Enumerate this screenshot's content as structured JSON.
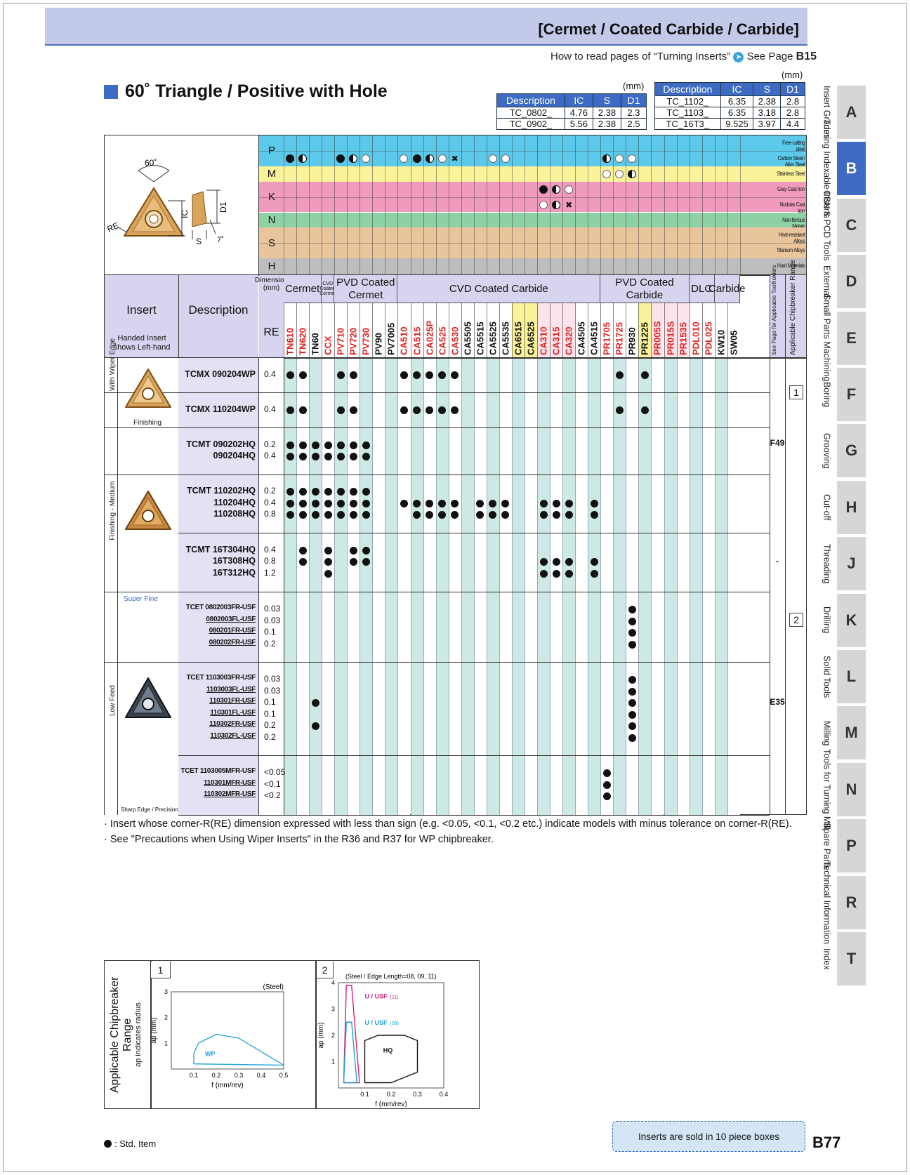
{
  "banner": "[Cermet / Coated Carbide / Carbide]",
  "howto": {
    "text": "How to read pages of “Turning Inserts”",
    "see": "See Page",
    "page": "B15"
  },
  "section_title": "60˚ Triangle / Positive with Hole",
  "dim_unit": "(mm)",
  "dim_tables": [
    {
      "headers": [
        "Description",
        "IC",
        "S",
        "D1"
      ],
      "rows": [
        [
          "TC_0802_",
          "4.76",
          "2.38",
          "2.3"
        ],
        [
          "TC_0902_",
          "5.56",
          "2.38",
          "2.5"
        ]
      ]
    },
    {
      "headers": [
        "Description",
        "IC",
        "S",
        "D1"
      ],
      "rows": [
        [
          "TC_1102_",
          "6.35",
          "2.38",
          "2.8"
        ],
        [
          "TC_1103_",
          "6.35",
          "3.18",
          "2.8"
        ],
        [
          "TC_16T3_",
          "9.525",
          "3.97",
          "4.4"
        ]
      ]
    }
  ],
  "diagram_labels": {
    "angle": "60˚",
    "ic": "IC",
    "d1": "D1",
    "re": "RE",
    "s": "S",
    "relief": "7˚"
  },
  "materials": [
    {
      "letter": "P",
      "color": "#5cc8ea",
      "rows": [
        "Free-cutting steel",
        "Carbon Steel / Alloy Steel"
      ]
    },
    {
      "letter": "M",
      "color": "#fbf29a",
      "rows": [
        "Stainless Steel"
      ]
    },
    {
      "letter": "K",
      "color": "#f09bbd",
      "rows": [
        "Gray Cast Iron",
        "Nodular Cast Iron"
      ]
    },
    {
      "letter": "N",
      "color": "#8ed1a4",
      "rows": [
        "Non-ferrous Metals"
      ]
    },
    {
      "letter": "S",
      "color": "#e8c59d",
      "rows": [
        "Heat-resistant Alloys",
        "Titanium Alloys"
      ]
    },
    {
      "letter": "H",
      "color": "#bdbdbd",
      "rows": [
        "Hard Materials"
      ]
    }
  ],
  "header": {
    "insert": "Insert",
    "handed": "Handed Insert shows Left-hand",
    "description": "Description",
    "dimension": "Dimension (mm)",
    "re": "RE",
    "groups": [
      "Cermet",
      "CVD Coated Cermet",
      "PVD Coated Cermet",
      "CVD Coated Carbide",
      "PVD Coated Carbide",
      "DLC",
      "Carbide"
    ],
    "toolholders": "See Page for Applicable Toolholders",
    "chipbreaker_range": "Applicable Chipbreaker Range"
  },
  "grades": [
    {
      "name": "TN610",
      "color": "#e0201e"
    },
    {
      "name": "TN620",
      "color": "#e0201e"
    },
    {
      "name": "TN60",
      "color": "#111"
    },
    {
      "name": "CCX",
      "color": "#e0201e"
    },
    {
      "name": "PV710",
      "color": "#e0201e"
    },
    {
      "name": "PV720",
      "color": "#e0201e"
    },
    {
      "name": "PV730",
      "color": "#e0201e"
    },
    {
      "name": "PV90",
      "color": "#111"
    },
    {
      "name": "PV7005",
      "color": "#111"
    },
    {
      "name": "CA510",
      "color": "#e0201e"
    },
    {
      "name": "CA515",
      "color": "#e0201e"
    },
    {
      "name": "CA025P",
      "color": "#e0201e"
    },
    {
      "name": "CA525",
      "color": "#e0201e"
    },
    {
      "name": "CA530",
      "color": "#e0201e"
    },
    {
      "name": "CA5505",
      "color": "#111"
    },
    {
      "name": "CA5515",
      "color": "#111"
    },
    {
      "name": "CA5525",
      "color": "#111"
    },
    {
      "name": "CA5535",
      "color": "#111"
    },
    {
      "name": "CA6515",
      "color": "#111"
    },
    {
      "name": "CA6525",
      "color": "#111"
    },
    {
      "name": "CA310",
      "color": "#e0201e"
    },
    {
      "name": "CA315",
      "color": "#e0201e"
    },
    {
      "name": "CA320",
      "color": "#e0201e"
    },
    {
      "name": "CA4505",
      "color": "#111"
    },
    {
      "name": "CA4515",
      "color": "#111"
    },
    {
      "name": "PR1705",
      "color": "#e0201e"
    },
    {
      "name": "PR1725",
      "color": "#e0201e"
    },
    {
      "name": "PR930",
      "color": "#111"
    },
    {
      "name": "PR1225",
      "color": "#111"
    },
    {
      "name": "PR005S",
      "color": "#e0201e"
    },
    {
      "name": "PR015S",
      "color": "#e0201e"
    },
    {
      "name": "PR1535",
      "color": "#e0201e"
    },
    {
      "name": "PDL010",
      "color": "#e0201e"
    },
    {
      "name": "PDL025",
      "color": "#e0201e"
    },
    {
      "name": "KW10",
      "color": "#111"
    },
    {
      "name": "SW05",
      "color": "#111"
    }
  ],
  "side_labels": {
    "wiper": "With Wiper Edge",
    "finishing": "Finishing",
    "fin_med": "Finishing - Medium",
    "low_feed": "Low Feed",
    "super_fine": "Super Fine",
    "sharp": "Sharp Edge / Precision"
  },
  "rows": [
    {
      "desc": "TCMX 090204WP",
      "re": "0.4",
      "dots": [
        0,
        1,
        4,
        5,
        9,
        10,
        11,
        12,
        13,
        26,
        28
      ]
    },
    {
      "desc": "TCMX 110204WP",
      "re": "0.4",
      "dots": [
        0,
        1,
        4,
        5,
        9,
        10,
        11,
        12,
        13,
        26,
        28
      ]
    },
    {
      "desc": "TCMT 090202HQ",
      "re": "0.2",
      "dots": [
        0,
        1,
        2,
        3,
        4,
        5,
        6
      ]
    },
    {
      "desc": "090204HQ",
      "re": "0.4",
      "dots": [
        0,
        1,
        2,
        3,
        4,
        5,
        6
      ]
    },
    {
      "desc": "TCMT 110202HQ",
      "re": "0.2",
      "dots": [
        0,
        1,
        2,
        3,
        4,
        5,
        6
      ]
    },
    {
      "desc": "110204HQ",
      "re": "0.4",
      "dots": [
        0,
        1,
        2,
        3,
        4,
        5,
        6,
        9,
        10,
        11,
        12,
        13,
        15,
        16,
        17,
        20,
        21,
        22,
        24
      ]
    },
    {
      "desc": "110208HQ",
      "re": "0.8",
      "dots": [
        0,
        1,
        2,
        3,
        4,
        5,
        6,
        10,
        11,
        12,
        13,
        15,
        16,
        17,
        20,
        21,
        22,
        24
      ]
    },
    {
      "desc": "TCMT 16T304HQ",
      "re": "0.4",
      "dots": [
        1,
        3,
        5,
        6
      ]
    },
    {
      "desc": "16T308HQ",
      "re": "0.8",
      "dots": [
        1,
        3,
        5,
        6,
        20,
        21,
        22,
        24
      ]
    },
    {
      "desc": "16T312HQ",
      "re": "1.2",
      "dots": [
        3,
        20,
        21,
        22,
        24
      ]
    },
    {
      "desc": "TCET 0802003FR-USF",
      "re": "0.03",
      "dots": [
        27
      ]
    },
    {
      "desc": "0802003FL-USF",
      "re": "0.03",
      "dots": [
        27
      ]
    },
    {
      "desc": "080201FR-USF",
      "re": "0.1",
      "dots": [
        27
      ]
    },
    {
      "desc": "080202FR-USF",
      "re": "0.2",
      "dots": [
        27
      ]
    },
    {
      "desc": "TCET 1103003FR-USF",
      "re": "0.03",
      "dots": [
        27
      ]
    },
    {
      "desc": "1103003FL-USF",
      "re": "0.03",
      "dots": [
        27
      ]
    },
    {
      "desc": "110301FR-USF",
      "re": "0.1",
      "dots": [
        2,
        27
      ]
    },
    {
      "desc": "110301FL-USF",
      "re": "0.1",
      "dots": [
        27
      ]
    },
    {
      "desc": "110302FR-USF",
      "re": "0.2",
      "dots": [
        2,
        27
      ]
    },
    {
      "desc": "110302FL-USF",
      "re": "0.2",
      "dots": [
        27
      ]
    },
    {
      "desc": "TCET 1103005MFR-USF",
      "re": "<0.05",
      "dots": [
        25
      ]
    },
    {
      "desc": "110301MFR-USF",
      "re": "<0.1",
      "dots": [
        25
      ]
    },
    {
      "desc": "110302MFR-USF",
      "re": "<0.2",
      "dots": [
        25
      ]
    }
  ],
  "toolholder_refs": [
    "F49",
    "-",
    "E35"
  ],
  "chip_refs": [
    "1",
    "2"
  ],
  "notes": [
    "· Insert whose corner-R(RE) dimension expressed with less than sign (e.g. <0.05, <0.1, <0.2 etc.) indicate models with minus tolerance on corner-R(RE).",
    "· See \"Precautions when Using Wiper Inserts\" in the R36 and R37 for WP chipbreaker."
  ],
  "chart_data": [
    {
      "type": "area",
      "panel": "1",
      "title": "(Steel)",
      "xlabel": "f (mm/rev)",
      "ylabel": "ap (mm)",
      "xlim": [
        0,
        0.5
      ],
      "ylim": [
        0,
        3
      ],
      "x_ticks": [
        "0.1",
        "0.2",
        "0.3",
        "0.4",
        "0.5"
      ],
      "y_ticks": [
        "1",
        "2",
        "3"
      ],
      "series": [
        {
          "name": "WP",
          "points": [
            [
              0.1,
              0.6
            ],
            [
              0.12,
              1.0
            ],
            [
              0.2,
              1.35
            ],
            [
              0.3,
              1.2
            ],
            [
              0.5,
              0.15
            ],
            [
              0.1,
              0.2
            ]
          ]
        }
      ]
    },
    {
      "type": "area",
      "panel": "2",
      "title": "(Steel / Edge Length=08, 09, 11)",
      "xlabel": "f (mm/rev)",
      "ylabel": "ap (mm)",
      "xlim": [
        0,
        0.4
      ],
      "ylim": [
        0,
        4
      ],
      "x_ticks": [
        "0.1",
        "0.2",
        "0.3",
        "0.4"
      ],
      "y_ticks": [
        "1",
        "2",
        "3",
        "4"
      ],
      "series": [
        {
          "name": "U / USF",
          "sub": "(11)",
          "color": "#d9217a",
          "points": [
            [
              0.02,
              0.2
            ],
            [
              0.03,
              3.9
            ],
            [
              0.05,
              3.9
            ],
            [
              0.08,
              0.2
            ]
          ]
        },
        {
          "name": "U / USF",
          "sub": "(08)",
          "color": "#1fa1d8",
          "points": [
            [
              0.02,
              0.2
            ],
            [
              0.03,
              2.5
            ],
            [
              0.05,
              2.5
            ],
            [
              0.07,
              0.2
            ]
          ]
        },
        {
          "name": "HQ",
          "color": "#111",
          "points": [
            [
              0.1,
              0.2
            ],
            [
              0.1,
              1.8
            ],
            [
              0.15,
              2.0
            ],
            [
              0.25,
              2.0
            ],
            [
              0.3,
              1.8
            ],
            [
              0.3,
              0.6
            ],
            [
              0.2,
              0.2
            ]
          ]
        }
      ]
    }
  ],
  "chart_side": {
    "title": "Applicable Chipbreaker Range",
    "sub": "ap indicates radius"
  },
  "sold": "Inserts are sold in 10 piece boxes",
  "legend": ": Std. Item",
  "page_number": "B77",
  "tabs": [
    {
      "letter": "A",
      "label": "Insert Grades"
    },
    {
      "letter": "B",
      "label": "Turning Indexable Inserts",
      "active": true
    },
    {
      "letter": "C",
      "label": "CBN & PCD Tools"
    },
    {
      "letter": "D",
      "label": "External"
    },
    {
      "letter": "E",
      "label": "Small Parts Machining"
    },
    {
      "letter": "F",
      "label": "Boring"
    },
    {
      "letter": "G",
      "label": "Grooving"
    },
    {
      "letter": "H",
      "label": "Cut-off"
    },
    {
      "letter": "J",
      "label": "Threading"
    },
    {
      "letter": "K",
      "label": "Drilling"
    },
    {
      "letter": "L",
      "label": "Solid Tools"
    },
    {
      "letter": "M",
      "label": "Milling"
    },
    {
      "letter": "N",
      "label": "Tools for Turning Mill"
    },
    {
      "letter": "P",
      "label": "Spare Parts"
    },
    {
      "letter": "R",
      "label": "Technical Information"
    },
    {
      "letter": "T",
      "label": "Index"
    }
  ]
}
